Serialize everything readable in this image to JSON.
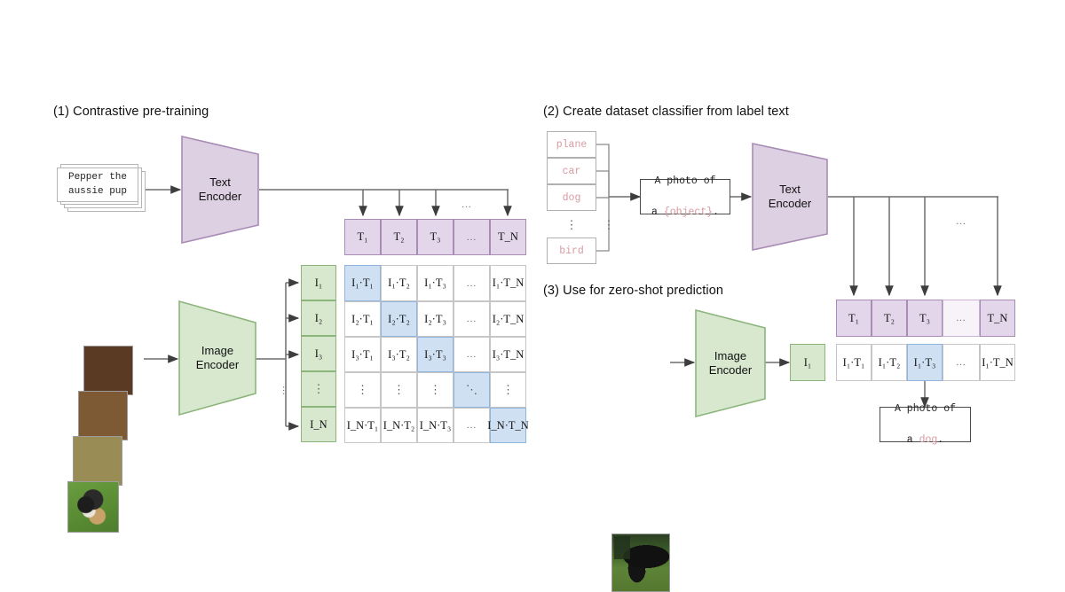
{
  "panels": {
    "p1": {
      "title": "(1) Contrastive pre-training"
    },
    "p2": {
      "title": "(2) Create dataset classifier from label text"
    },
    "p3": {
      "title": "(3) Use for zero-shot prediction"
    }
  },
  "encoders": {
    "text_line1": "Text",
    "text_line2": "Encoder",
    "image_line1": "Image",
    "image_line2": "Encoder"
  },
  "p1": {
    "caption_card": "Pepper the\naussie pup",
    "text_embeddings": [
      "T₁",
      "T₂",
      "T₃",
      "…",
      "T_N"
    ],
    "image_embeddings": [
      "I₁",
      "I₂",
      "I₃",
      "⋮",
      "I_N"
    ],
    "matrix_rows": [
      [
        "I₁·T₁",
        "I₁·T₂",
        "I₁·T₃",
        "…",
        "I₁·T_N"
      ],
      [
        "I₂·T₁",
        "I₂·T₂",
        "I₂·T₃",
        "…",
        "I₂·T_N"
      ],
      [
        "I₃·T₁",
        "I₃·T₂",
        "I₃·T₃",
        "…",
        "I₃·T_N"
      ],
      [
        "⋮",
        "⋮",
        "⋮",
        "⋱",
        "⋮"
      ],
      [
        "I_N·T₁",
        "I_N·T₂",
        "I_N·T₃",
        "…",
        "I_N·T_N"
      ]
    ],
    "ellipsis_above_trow": "..."
  },
  "p2": {
    "labels": [
      "plane",
      "car",
      "dog",
      "bird"
    ],
    "label_ellipsis": "⋮",
    "prompt_prefix": "A photo of",
    "prompt_line2_a": "a ",
    "prompt_object": "{object}",
    "prompt_line2_b": ".",
    "ellipsis_above_trow": "..."
  },
  "p3": {
    "image_embedding": "I₁",
    "text_embeddings": [
      "T₁",
      "T₂",
      "T₃",
      "…",
      "T_N"
    ],
    "scores": [
      "I₁·T₁",
      "I₁·T₂",
      "I₁·T₃",
      "…",
      "I₁·T_N"
    ],
    "highlighted_index": 2,
    "prediction_prefix": "A photo of",
    "prediction_line2_a": "a ",
    "prediction_object": "dog",
    "prediction_line2_b": "."
  },
  "colors": {
    "text_encoder_fill": "#ded0e3",
    "text_encoder_stroke": "#a98cb5",
    "image_encoder_fill": "#d7e8cf",
    "image_encoder_stroke": "#8cb57c",
    "t_cell_fill": "#e4d6ea",
    "i_cell_fill": "#d7e8cf",
    "highlight_fill": "#cfe0f3",
    "highlight_stroke": "#8fb4dd",
    "label_text": "#d79aa1",
    "line": "#6d6d6d",
    "background": "#ffffff"
  }
}
